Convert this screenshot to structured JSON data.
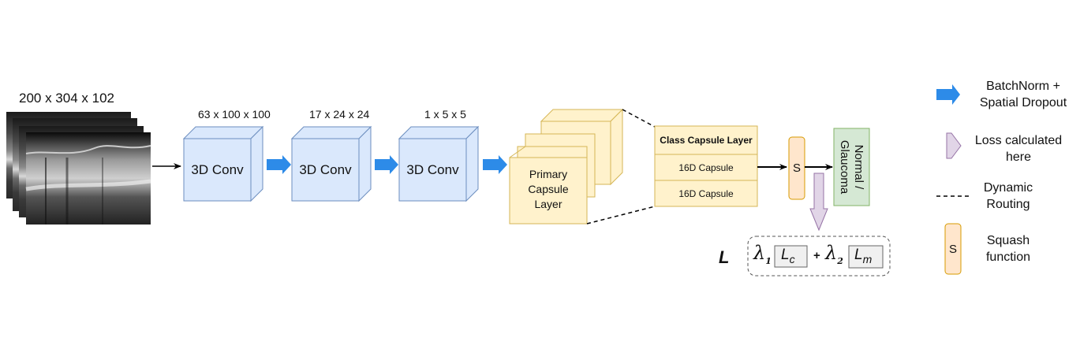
{
  "input": {
    "dims": "200 x 304 x 102"
  },
  "conv_blocks": [
    {
      "dims": "63 x 100 x 100",
      "label": "3D Conv"
    },
    {
      "dims": "17 x 24 x 24",
      "label": "3D Conv"
    },
    {
      "dims": "1 x 5 x 5",
      "label": "3D Conv"
    }
  ],
  "primary_capsule": {
    "line1": "Primary",
    "line2": "Capsule",
    "line3": "Layer"
  },
  "class_capsule": {
    "title": "Class Capsule Layer",
    "rows": [
      "16D Capsule",
      "16D Capsule"
    ]
  },
  "squash_box": "S",
  "output": {
    "line1": "Normal /",
    "line2": "Glaucoma"
  },
  "loss": {
    "symbol": "L",
    "lambda": "λ",
    "sub1": "1",
    "sub2": "2",
    "lc": "L",
    "lc_sub": "c",
    "lm": "L",
    "lm_sub": "m",
    "plus": "+"
  },
  "legend": {
    "batchnorm": {
      "line1": "BatchNorm +",
      "line2": "Spatial Dropout"
    },
    "loss": {
      "line1": "Loss calculated",
      "line2": "here"
    },
    "routing": {
      "line1": "Dynamic",
      "line2": "Routing"
    },
    "squash": {
      "symbol": "S",
      "line1": "Squash",
      "line2": "function"
    }
  },
  "colors": {
    "conv_fill": "#dae8fc",
    "conv_stroke": "#6c8ebf",
    "capsule_fill": "#fff2cc",
    "capsule_stroke": "#d6b656",
    "squash_fill": "#ffe6cc",
    "squash_stroke": "#d79b00",
    "output_fill": "#d5e8d4",
    "output_stroke": "#82b366",
    "blue_arrow": "#2d8be8",
    "purple_arrow_fill": "#e1d5e7",
    "purple_arrow_stroke": "#9673a6"
  }
}
